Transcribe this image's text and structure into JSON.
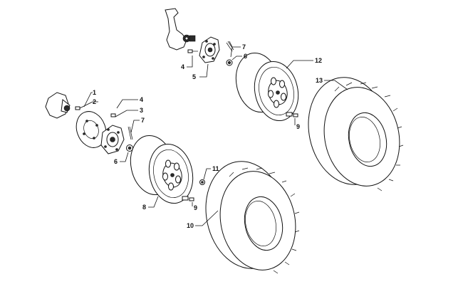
{
  "diagram": {
    "callouts": [
      {
        "id": "c1",
        "text": "1"
      },
      {
        "id": "c2",
        "text": "2"
      },
      {
        "id": "c3",
        "text": "3"
      },
      {
        "id": "c4a",
        "text": "4"
      },
      {
        "id": "c4b",
        "text": "4"
      },
      {
        "id": "c5",
        "text": "5"
      },
      {
        "id": "c6a",
        "text": "6"
      },
      {
        "id": "c6b",
        "text": "6"
      },
      {
        "id": "c7a",
        "text": "7"
      },
      {
        "id": "c7b",
        "text": "7"
      },
      {
        "id": "c8",
        "text": "8"
      },
      {
        "id": "c9a",
        "text": "9"
      },
      {
        "id": "c9b",
        "text": "9"
      },
      {
        "id": "c10",
        "text": "10"
      },
      {
        "id": "c11",
        "text": "11"
      },
      {
        "id": "c12",
        "text": "12"
      },
      {
        "id": "c13",
        "text": "13"
      }
    ]
  }
}
